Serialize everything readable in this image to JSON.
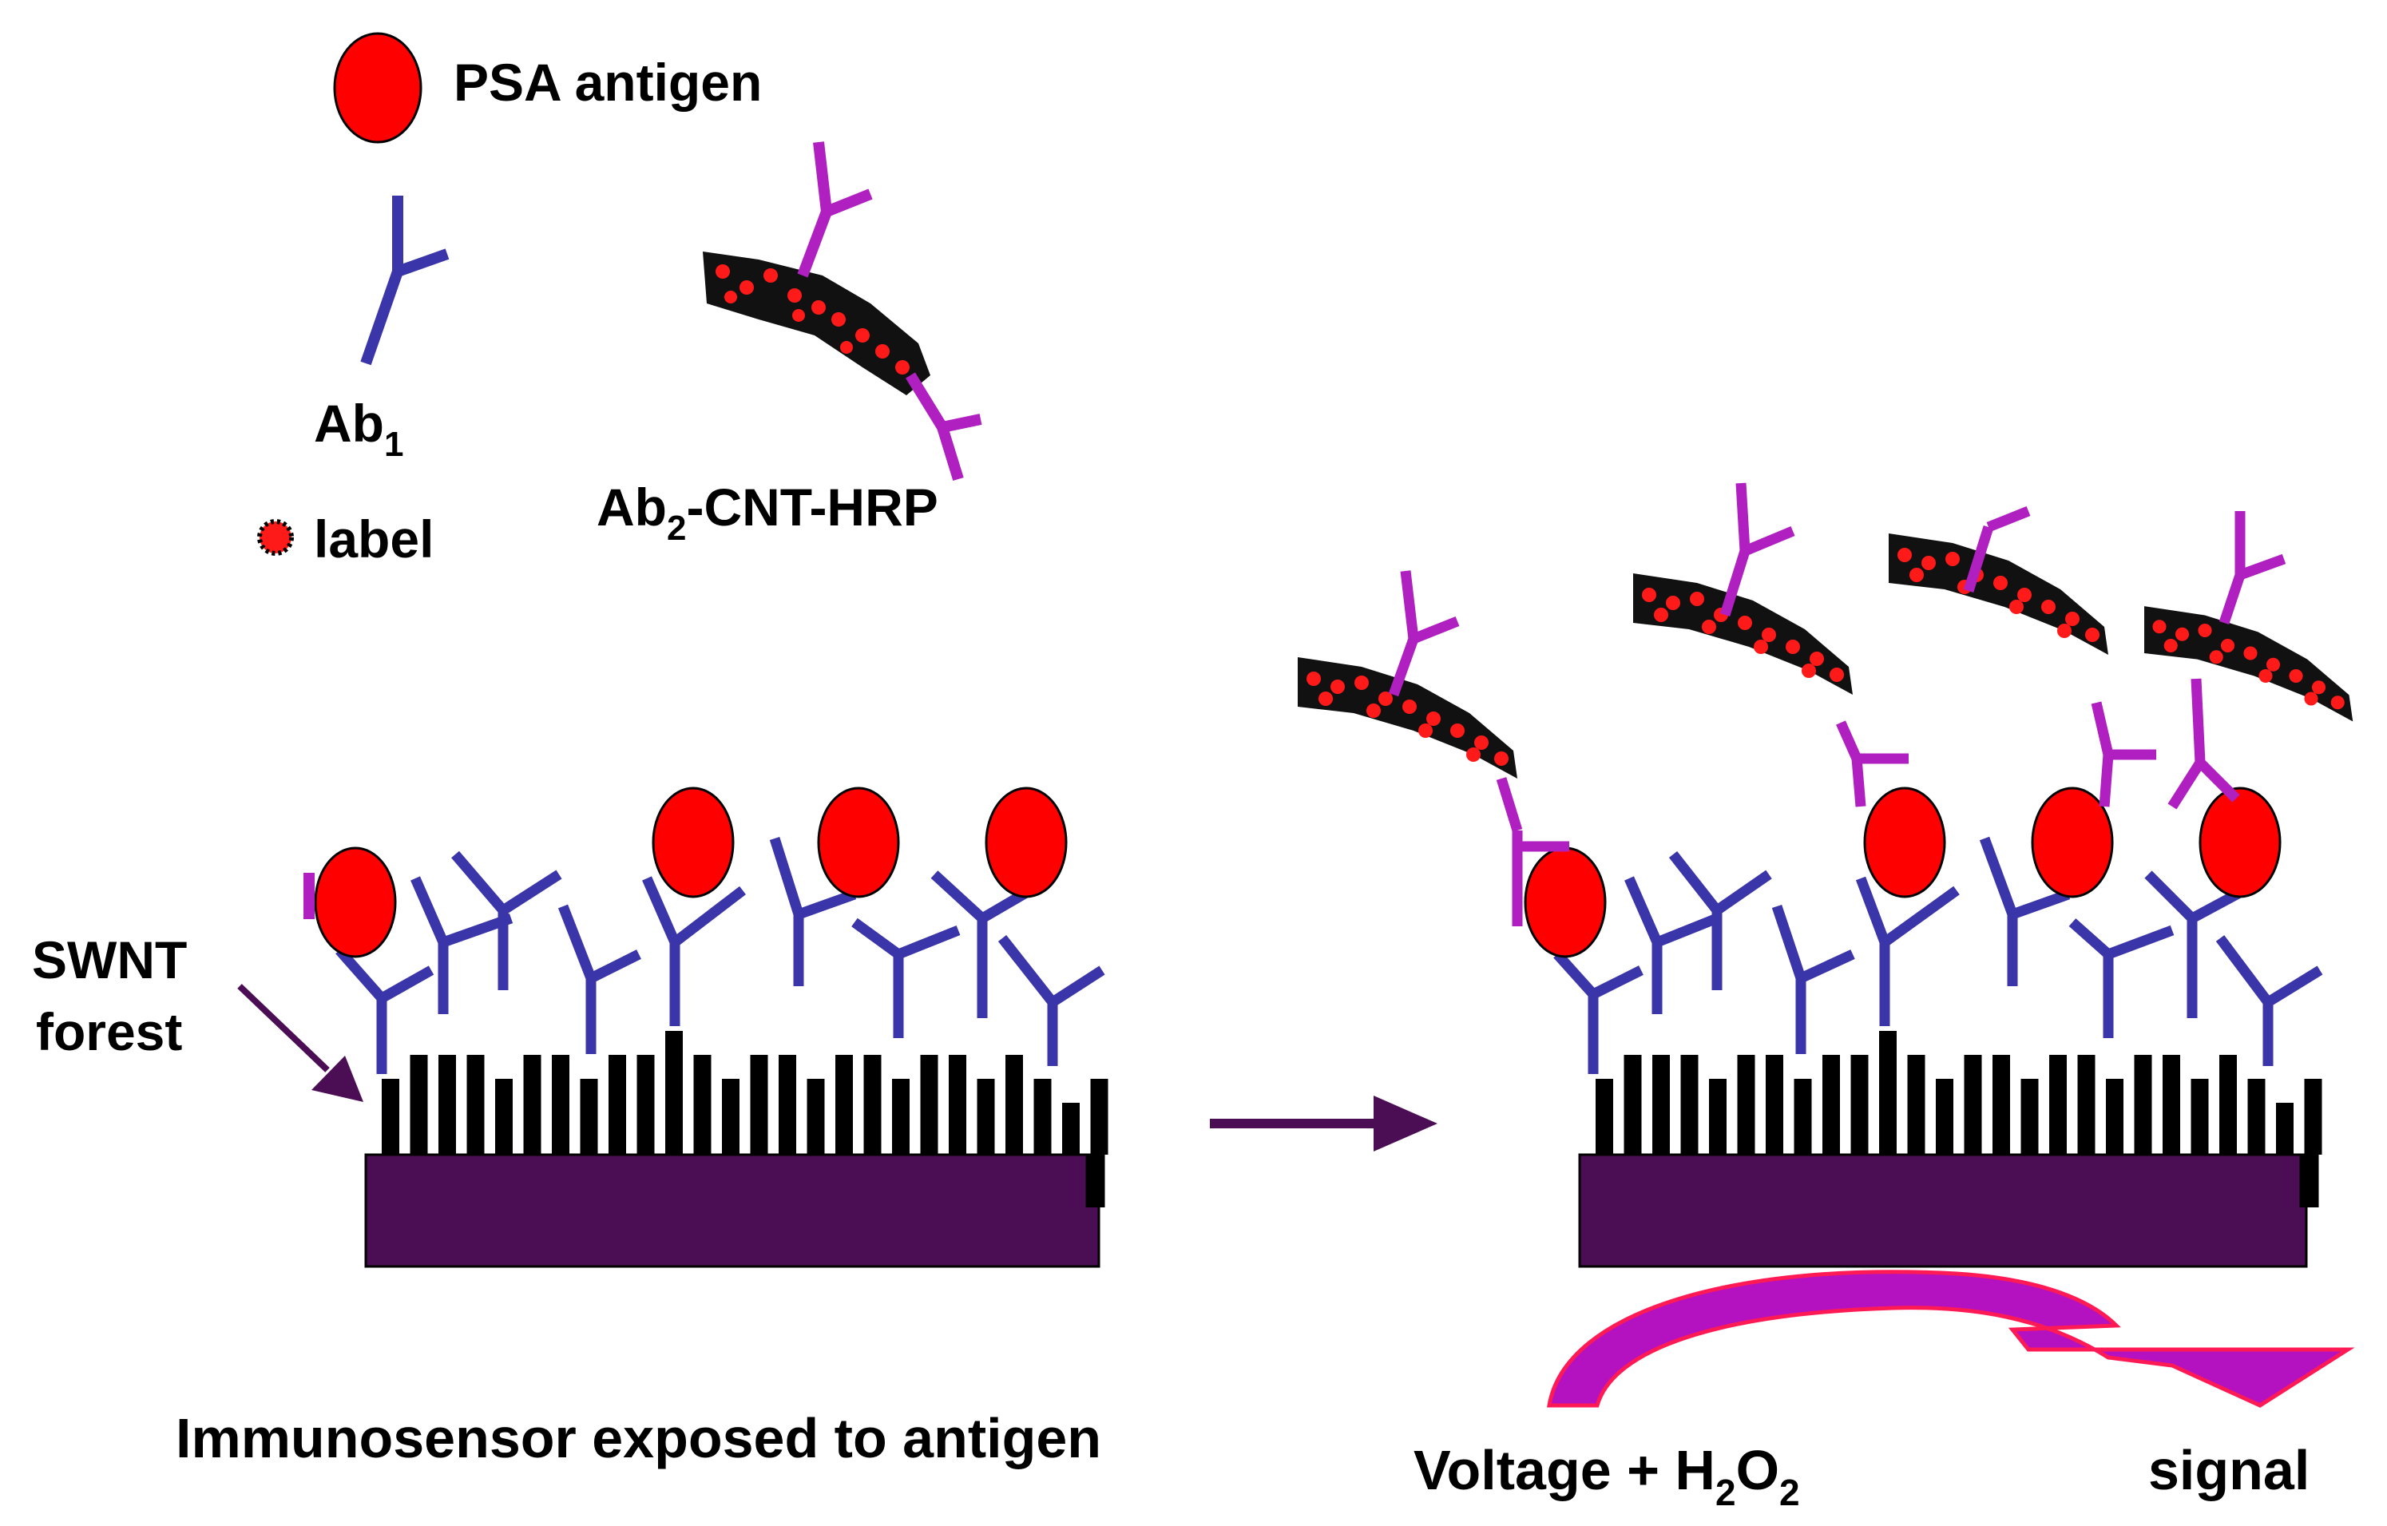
{
  "legend": {
    "antigen_label": "PSA antigen",
    "ab1_label": "Ab",
    "ab1_sub": "1",
    "label_label": "label",
    "ab2_label_main": "Ab",
    "ab2_label_sub": "2",
    "ab2_label_rest": "-CNT-HRP"
  },
  "panel_left": {
    "forest_label_line1": "SWNT",
    "forest_label_line2": "forest",
    "caption": "Immunosensor exposed to antigen"
  },
  "panel_right": {
    "voltage_label_main": "Voltage + H",
    "voltage_sub1": "2",
    "voltage_mid": "O",
    "voltage_sub2": "2",
    "signal_label": "signal"
  },
  "colors": {
    "antigen_fill": "#ff0000",
    "ab1_color": "#3a35a8",
    "ab2_color": "#b01fc0",
    "substrate": "#4b0e55",
    "arrow_dark": "#4b0e55",
    "signal_arrow": "#b411c0",
    "signal_arrow_edge": "#ff1a55",
    "forest": "#000000",
    "label_red": "#ff1a1a"
  }
}
